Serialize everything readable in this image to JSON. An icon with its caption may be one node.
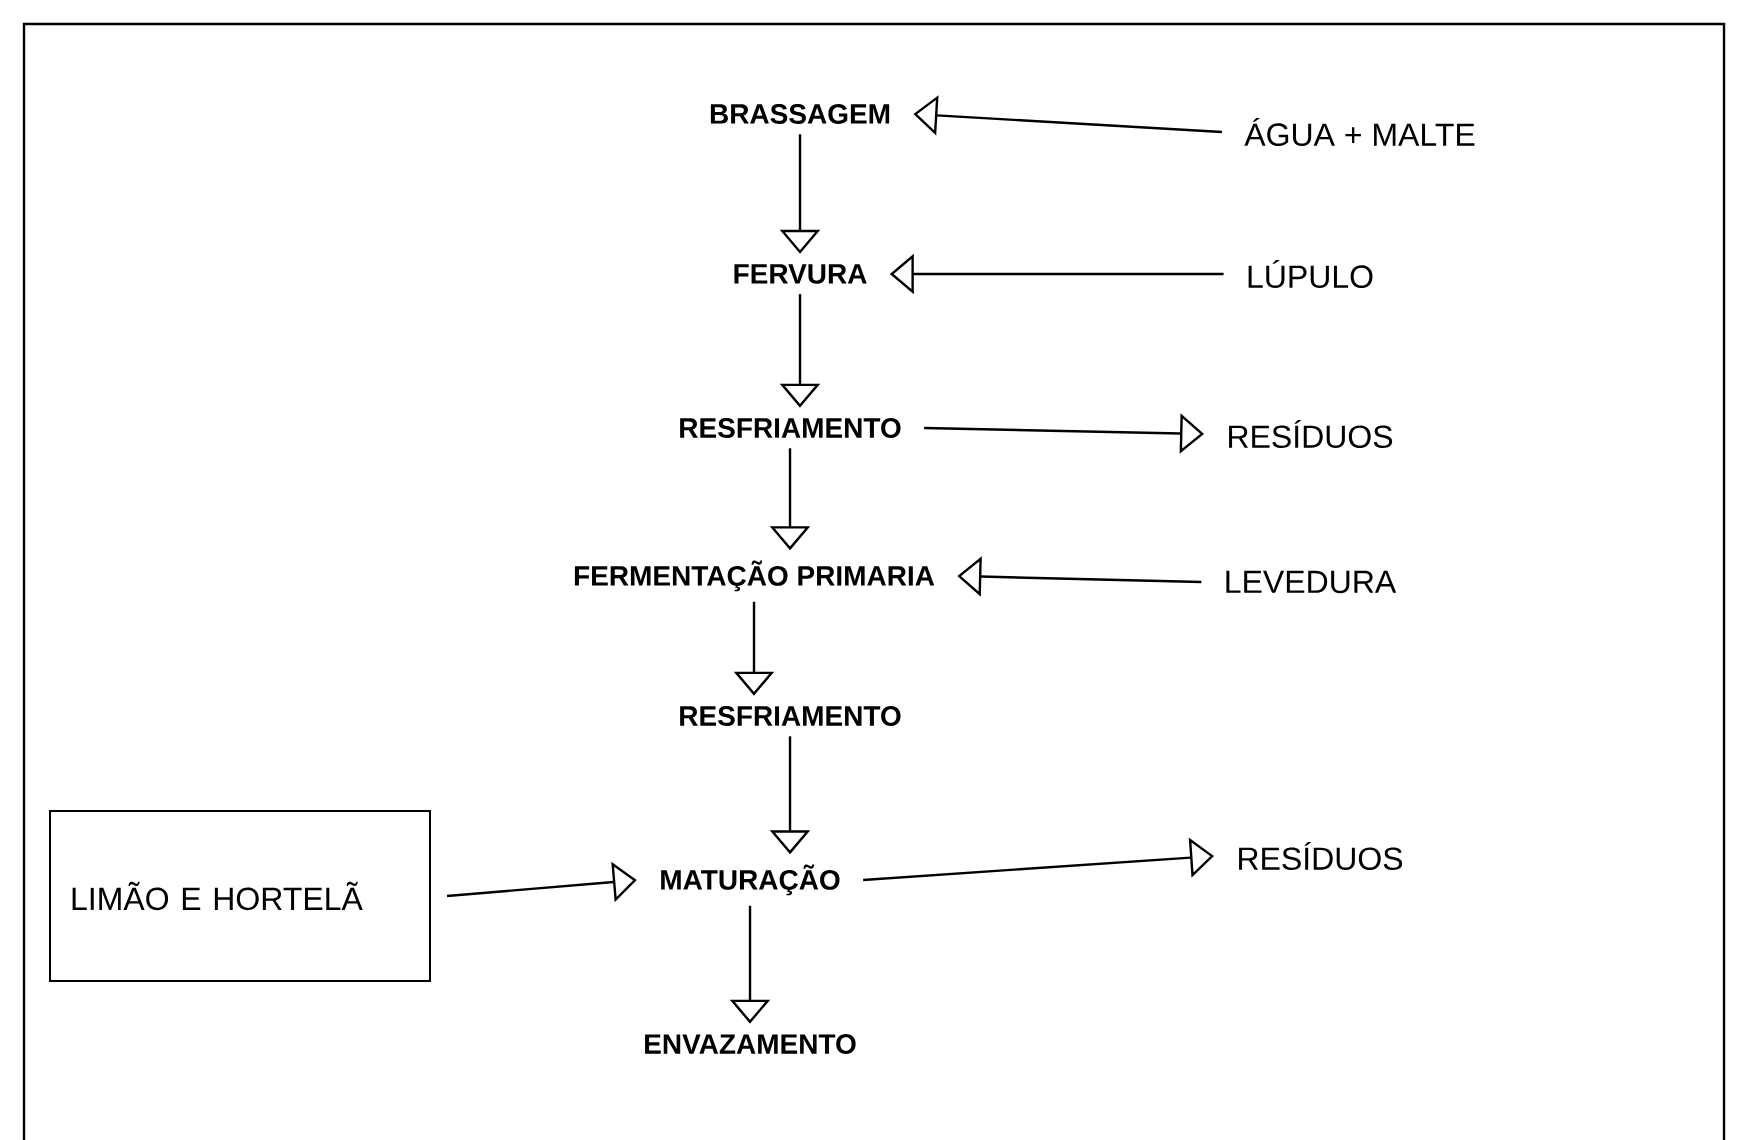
{
  "diagram": {
    "nodes": [
      {
        "text": [
          "BRASSAGEM"
        ]
      },
      {
        "text": [
          "FERVURA"
        ]
      },
      {
        "text": [
          "RESFRIAMENTO"
        ]
      },
      {
        "text": [
          "FERMENTAÇÃO PRIMARIA"
        ]
      },
      {
        "text": [
          "RESFRIAMENTO"
        ]
      },
      {
        "text": [
          "MATURAÇÃO"
        ]
      },
      {
        "text": [
          "ENVAZAMENTO"
        ]
      },
      {
        "text": [
          "ÁGUA + MALTE"
        ]
      },
      {
        "text": [
          "LÚPULO"
        ]
      },
      {
        "text": [
          "RESÍDUOS"
        ]
      },
      {
        "text": [
          "LEVEDURA"
        ]
      },
      {
        "text": [
          "LIMÃO E HORTELÃ"
        ]
      },
      {
        "text": [
          "RESÍDUOS"
        ]
      }
    ],
    "edges": [
      {
        "from": 0,
        "to": 1,
        "arrow": "to"
      },
      {
        "from": 1,
        "to": 2,
        "arrow": "to"
      },
      {
        "from": 2,
        "to": 3,
        "arrow": "to"
      },
      {
        "from": 3,
        "to": 4,
        "arrow": "to"
      },
      {
        "from": 4,
        "to": 5,
        "arrow": "to"
      },
      {
        "from": 5,
        "to": 6,
        "arrow": "to"
      },
      {
        "from": 7,
        "to": 0,
        "arrow": "to"
      },
      {
        "from": 8,
        "to": 1,
        "arrow": "to"
      },
      {
        "from": 2,
        "to": 9,
        "arrow": "to"
      },
      {
        "from": 10,
        "to": 3,
        "arrow": "to"
      },
      {
        "from": 11,
        "to": 5,
        "arrow": "to"
      },
      {
        "from": 5,
        "to": 12,
        "arrow": "to"
      }
    ]
  }
}
